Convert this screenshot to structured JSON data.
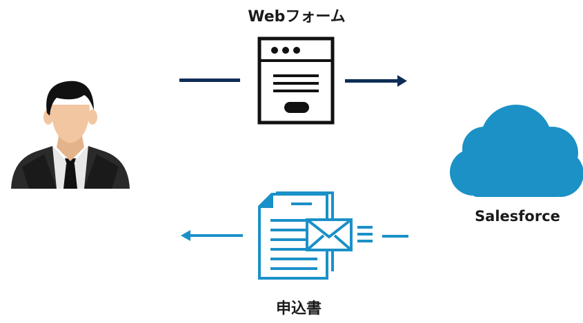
{
  "diagram": {
    "web_form_label": "Webフォーム",
    "salesforce_label": "Salesforce",
    "application_label": "申込書"
  },
  "colors": {
    "navy": "#0e2c57",
    "cloud_blue": "#1b91c6",
    "doc_blue": "#1a90c8",
    "skin": "#f2c6a0",
    "hair": "#111111",
    "suit": "#2a2a2a"
  },
  "icons": [
    "person-icon",
    "web-form-icon",
    "cloud-icon",
    "application-document-icon",
    "mail-icon"
  ]
}
